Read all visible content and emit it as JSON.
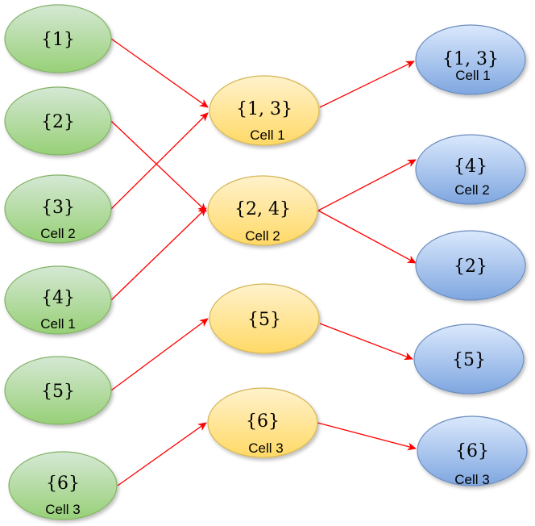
{
  "left_column": [
    {
      "set": "{1}",
      "cell": ""
    },
    {
      "set": "{2}",
      "cell": ""
    },
    {
      "set": "{3}",
      "cell": "Cell 2"
    },
    {
      "set": "{4}",
      "cell": "Cell 1"
    },
    {
      "set": "{5}",
      "cell": ""
    },
    {
      "set": "{6}",
      "cell": "Cell 3"
    }
  ],
  "middle_column": [
    {
      "set": "{1, 3}",
      "cell": "Cell 1"
    },
    {
      "set": "{2, 4}",
      "cell": "Cell 2"
    },
    {
      "set": "{5}",
      "cell": ""
    },
    {
      "set": "{6}",
      "cell": "Cell 3"
    }
  ],
  "right_column": [
    {
      "set": "{1, 3}",
      "cell": "Cell 1"
    },
    {
      "set": "{4}",
      "cell": "Cell 2"
    },
    {
      "set": "{2}",
      "cell": ""
    },
    {
      "set": "{5}",
      "cell": ""
    },
    {
      "set": "{6}",
      "cell": "Cell 3"
    }
  ],
  "colors": {
    "green_fill_top": "#d5e8d4",
    "green_fill_bottom": "#97d077",
    "green_stroke": "#82b366",
    "yellow_fill_top": "#fff2cc",
    "yellow_fill_bottom": "#ffd966",
    "yellow_stroke": "#d6b656",
    "blue_fill_top": "#dae8fc",
    "blue_fill_bottom": "#7ea6e0",
    "blue_stroke": "#6c8ebf",
    "arrow": "#ff0000"
  }
}
